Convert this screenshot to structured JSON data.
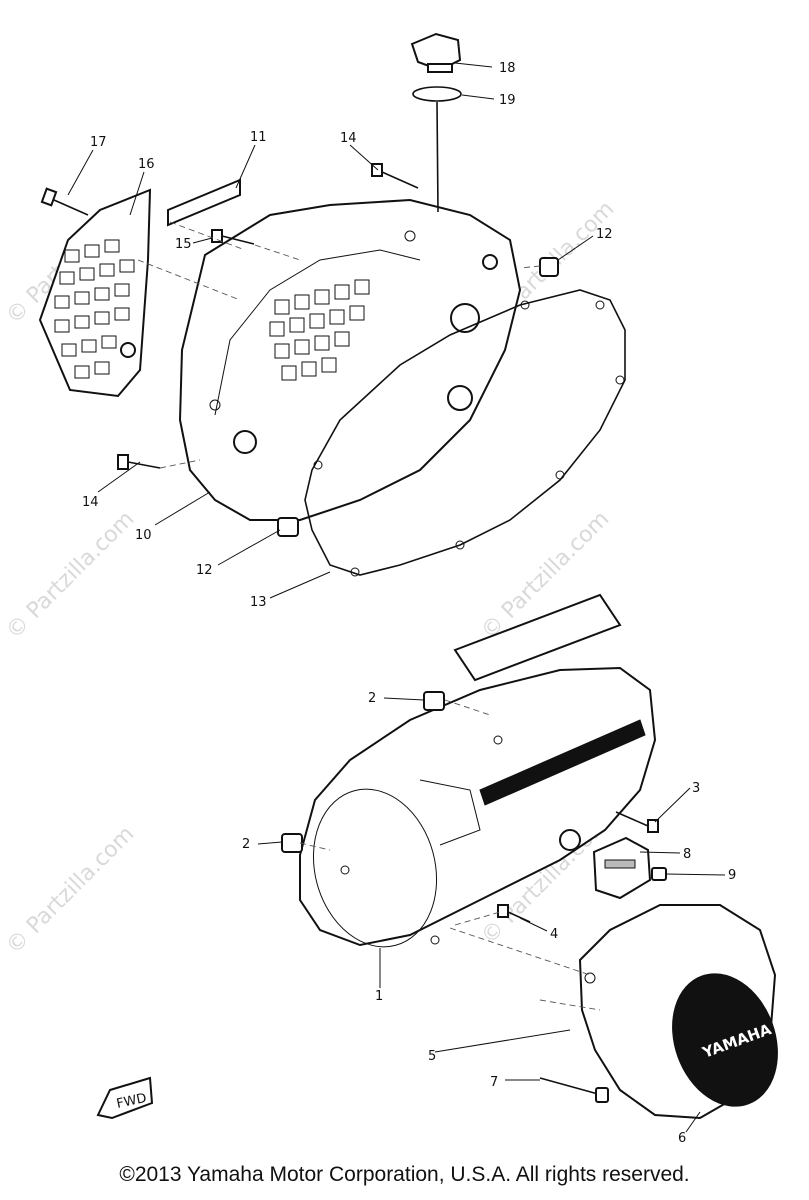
{
  "diagram": {
    "callouts": [
      "1",
      "2",
      "2",
      "3",
      "4",
      "5",
      "6",
      "7",
      "8",
      "9",
      "10",
      "11",
      "12",
      "12",
      "13",
      "14",
      "14",
      "15",
      "16",
      "17",
      "18",
      "19"
    ],
    "badge_text": "YAMAHA",
    "fwd_label": "FWD",
    "watermark_text": "© Partzilla.com",
    "copyright": "©2013  Yamaha Motor Corporation, U.S.A. All rights reserved."
  },
  "colors": {
    "ink": "#111111",
    "watermark": "#d9d9d9"
  }
}
